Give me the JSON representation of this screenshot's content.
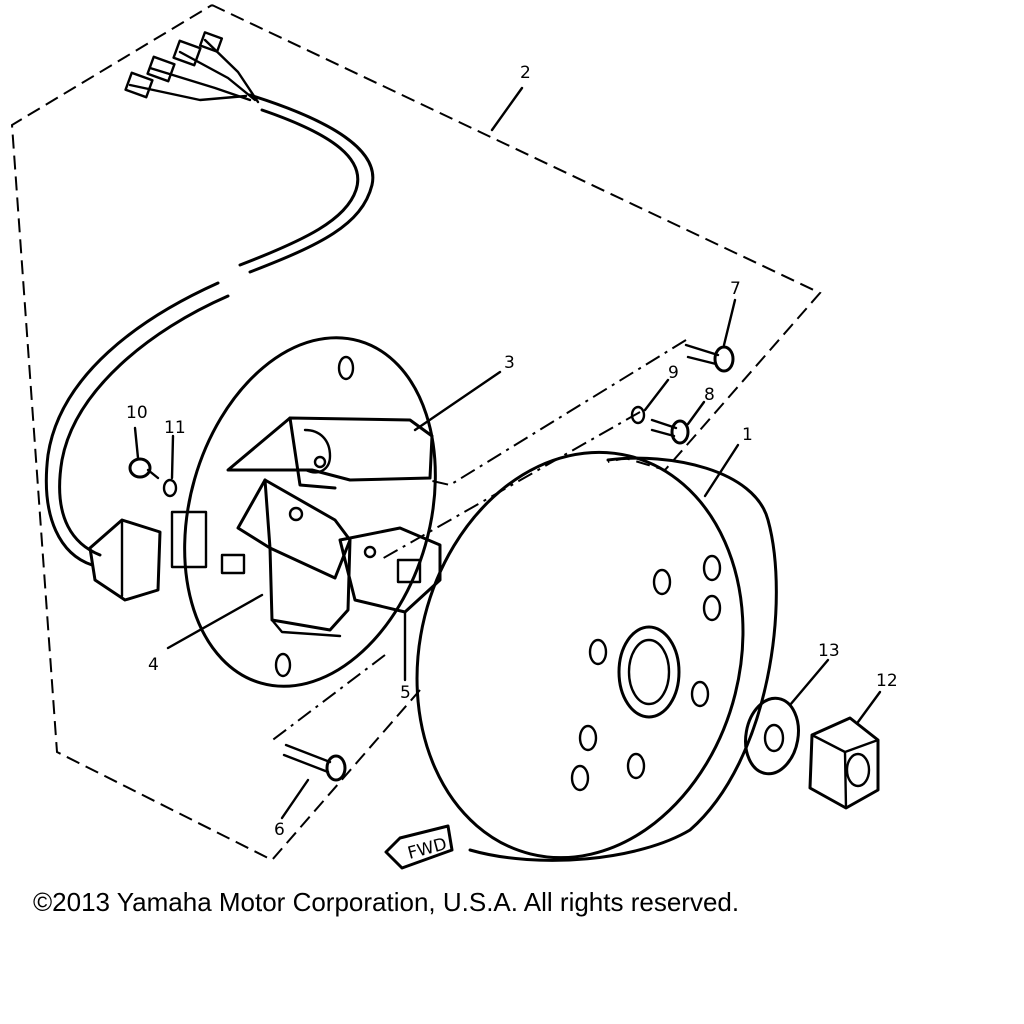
{
  "diagram": {
    "part_labels": [
      "1",
      "2",
      "3",
      "4",
      "5",
      "6",
      "7",
      "8",
      "9",
      "10",
      "11",
      "12",
      "13"
    ],
    "fwd_marker": "FWD"
  },
  "footer": {
    "copyright": "©2013 Yamaha Motor Corporation, U.S.A. All rights reserved."
  }
}
